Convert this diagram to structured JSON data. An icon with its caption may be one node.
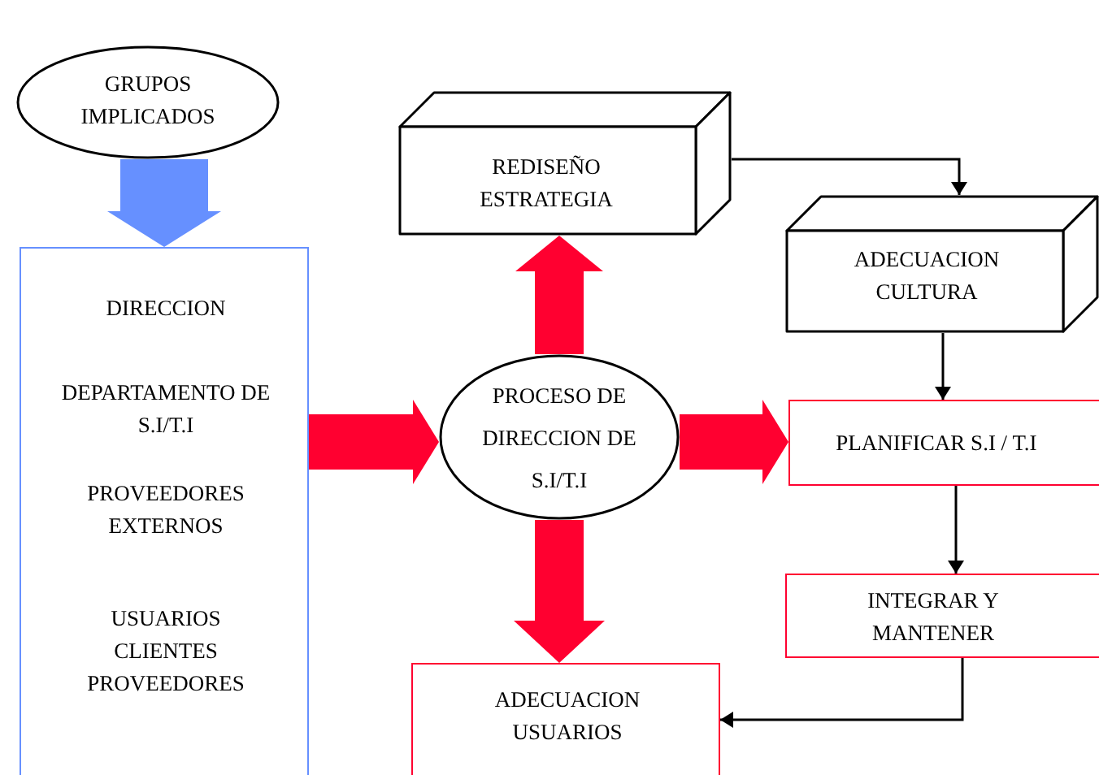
{
  "diagram": {
    "nodes": [
      {
        "text": [
          "GRUPOS IMPLICADOS"
        ]
      },
      {
        "text": [
          "DIRECCION",
          "DEPARTAMENTO DE S.I/T.I",
          "PROVEEDORES EXTERNOS",
          "USUARIOS CLIENTES PROVEEDORES"
        ]
      },
      {
        "text": [
          "REDISEÑO ESTRATEGIA"
        ]
      },
      {
        "text": [
          "PROCESO DE DIRECCION DE S.I/T.I"
        ]
      },
      {
        "text": [
          "ADECUACION CULTURA"
        ]
      },
      {
        "text": [
          "PLANIFICAR S.I / T.I"
        ]
      },
      {
        "text": [
          "INTEGRAR Y MANTENER"
        ]
      },
      {
        "text": [
          "ADECUACION USUARIOS"
        ]
      }
    ],
    "edges": [
      {
        "from": 0,
        "to": 1,
        "arrow": "to",
        "style": "thick",
        "color": "#6690ff"
      },
      {
        "from": 1,
        "to": 3,
        "arrow": "to",
        "style": "thick",
        "color": "#ff0030"
      },
      {
        "from": 3,
        "to": 2,
        "arrow": "to",
        "style": "thick",
        "color": "#ff0030"
      },
      {
        "from": 3,
        "to": 5,
        "arrow": "to",
        "style": "thick",
        "color": "#ff0030"
      },
      {
        "from": 3,
        "to": 7,
        "arrow": "to",
        "style": "thick",
        "color": "#ff0030"
      },
      {
        "from": 2,
        "to": 4,
        "arrow": "to",
        "color": "#000000"
      },
      {
        "from": 4,
        "to": 5,
        "arrow": "to",
        "color": "#000000"
      },
      {
        "from": 5,
        "to": 6,
        "arrow": "to",
        "color": "#000000"
      },
      {
        "from": 6,
        "to": 7,
        "arrow": "to",
        "color": "#000000"
      }
    ]
  }
}
